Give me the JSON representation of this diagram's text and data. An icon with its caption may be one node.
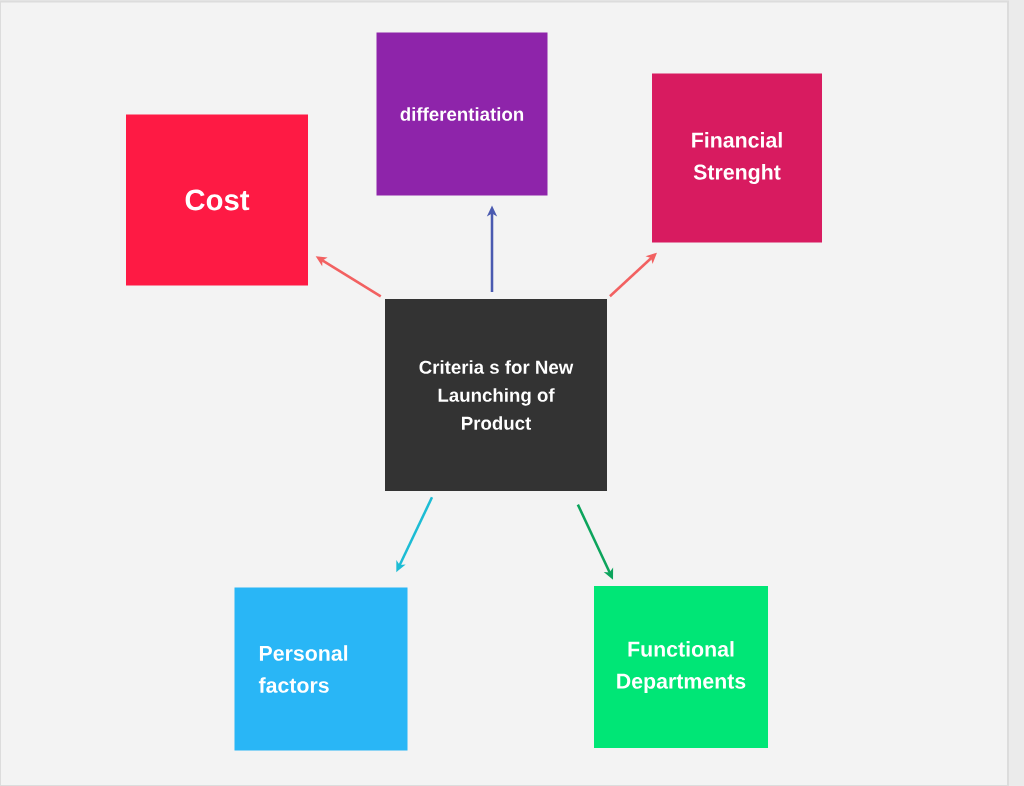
{
  "diagram": {
    "nodes": [
      {
        "text": [
          "Criteria s for New Launching of Product"
        ]
      },
      {
        "text": [
          "Cost"
        ]
      },
      {
        "text": [
          "differentiation"
        ]
      },
      {
        "text": [
          "Financial Strenght"
        ]
      },
      {
        "text": [
          "Personal factors"
        ]
      },
      {
        "text": [
          "Functional Departments"
        ]
      }
    ],
    "edges": [
      {
        "from": 0,
        "to": 1,
        "arrow": "to",
        "color": "#f26161"
      },
      {
        "from": 0,
        "to": 2,
        "arrow": "to",
        "color": "#4a5ab0"
      },
      {
        "from": 0,
        "to": 3,
        "arrow": "to",
        "color": "#f26161"
      },
      {
        "from": 0,
        "to": 4,
        "arrow": "to",
        "color": "#1cbcd4"
      },
      {
        "from": 0,
        "to": 5,
        "arrow": "to",
        "color": "#0ca45c"
      }
    ]
  }
}
